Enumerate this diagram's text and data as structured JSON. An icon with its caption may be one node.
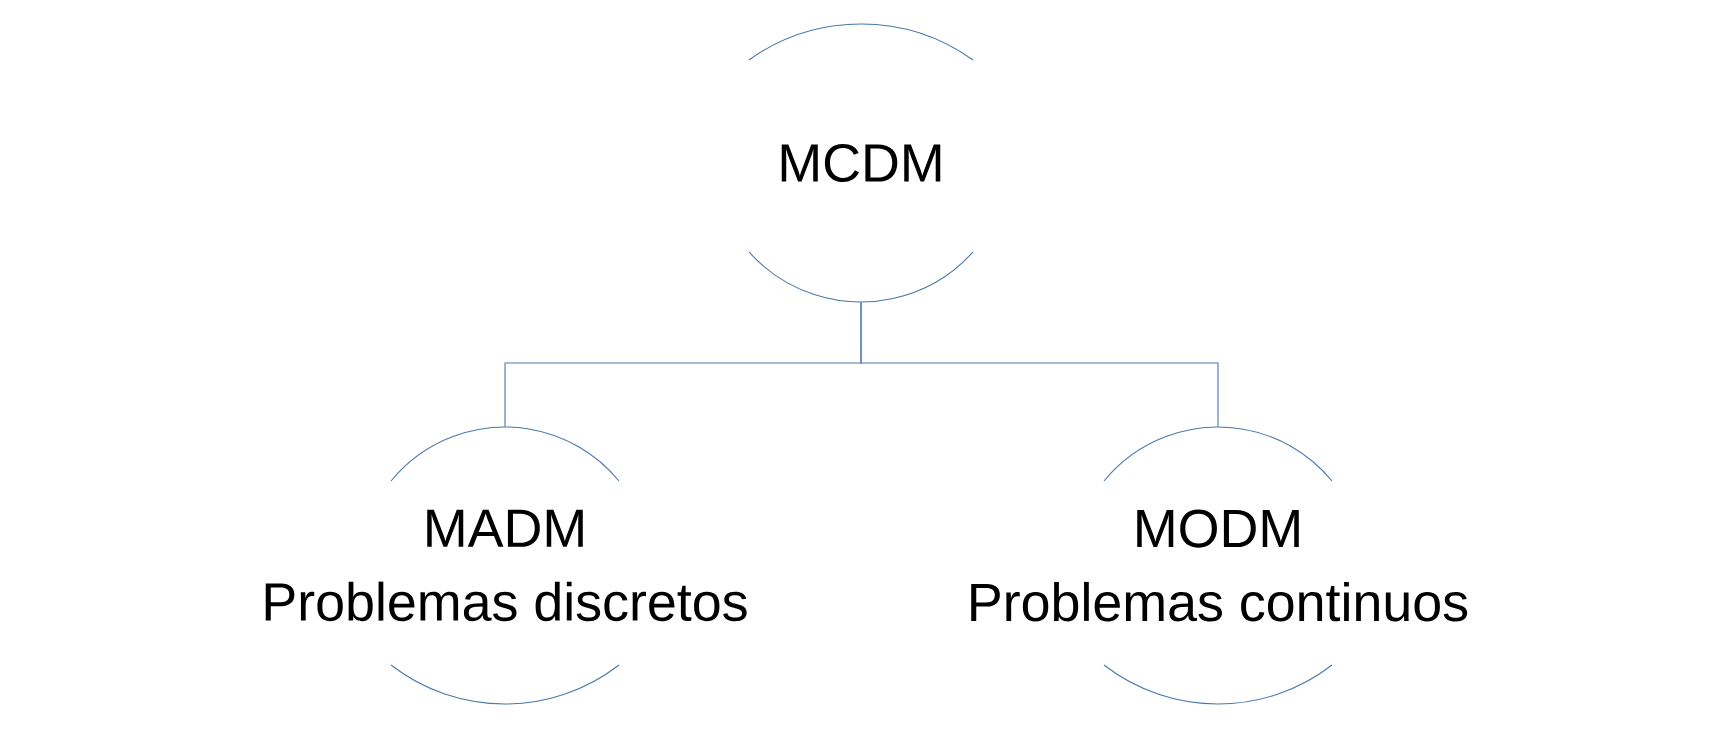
{
  "diagram": {
    "nodes": [
      {
        "text": [
          "MCDM"
        ]
      },
      {
        "text": [
          "MADM",
          "Problemas discretos"
        ]
      },
      {
        "text": [
          "MODM",
          "Problemas continuos"
        ]
      }
    ],
    "edges": [
      {
        "from": 0,
        "to": 1,
        "arrow": "none"
      },
      {
        "from": 0,
        "to": 2,
        "arrow": "none"
      }
    ]
  }
}
